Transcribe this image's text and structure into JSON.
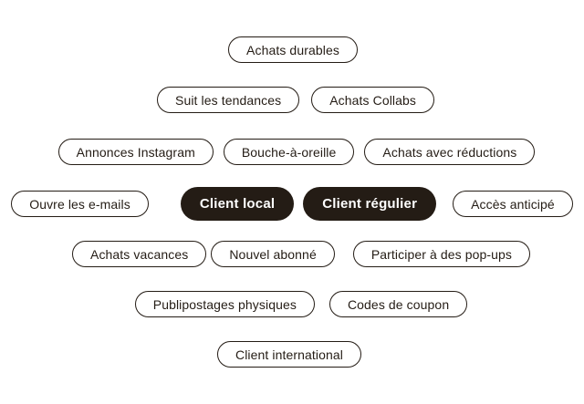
{
  "colors": {
    "background": "#ffffff",
    "pill_border": "#241c15",
    "pill_text": "#241c15",
    "solid_pill_background": "#241c15",
    "solid_pill_text": "#ffffff"
  },
  "tag_cloud": {
    "rows": [
      {
        "tags": [
          {
            "label": "Achats durables",
            "variant": "outline"
          }
        ]
      },
      {
        "tags": [
          {
            "label": "Suit les tendances",
            "variant": "outline"
          },
          {
            "label": "Achats Collabs",
            "variant": "outline"
          }
        ]
      },
      {
        "tags": [
          {
            "label": "Annonces Instagram",
            "variant": "outline"
          },
          {
            "label": "Bouche-à-oreille",
            "variant": "outline"
          },
          {
            "label": "Achats avec réductions",
            "variant": "outline"
          }
        ]
      },
      {
        "tags": [
          {
            "label": "Ouvre les e-mails",
            "variant": "outline"
          },
          {
            "label": "Client local",
            "variant": "solid"
          },
          {
            "label": "Client régulier",
            "variant": "solid"
          },
          {
            "label": "Accès anticipé",
            "variant": "outline"
          }
        ]
      },
      {
        "tags": [
          {
            "label": "Achats vacances",
            "variant": "outline"
          },
          {
            "label": "Nouvel abonné",
            "variant": "outline"
          },
          {
            "label": "Participer à des pop-ups",
            "variant": "outline"
          }
        ]
      },
      {
        "tags": [
          {
            "label": "Publipostages physiques",
            "variant": "outline"
          },
          {
            "label": "Codes de coupon",
            "variant": "outline"
          }
        ]
      },
      {
        "tags": [
          {
            "label": "Client international",
            "variant": "outline"
          }
        ]
      }
    ]
  }
}
